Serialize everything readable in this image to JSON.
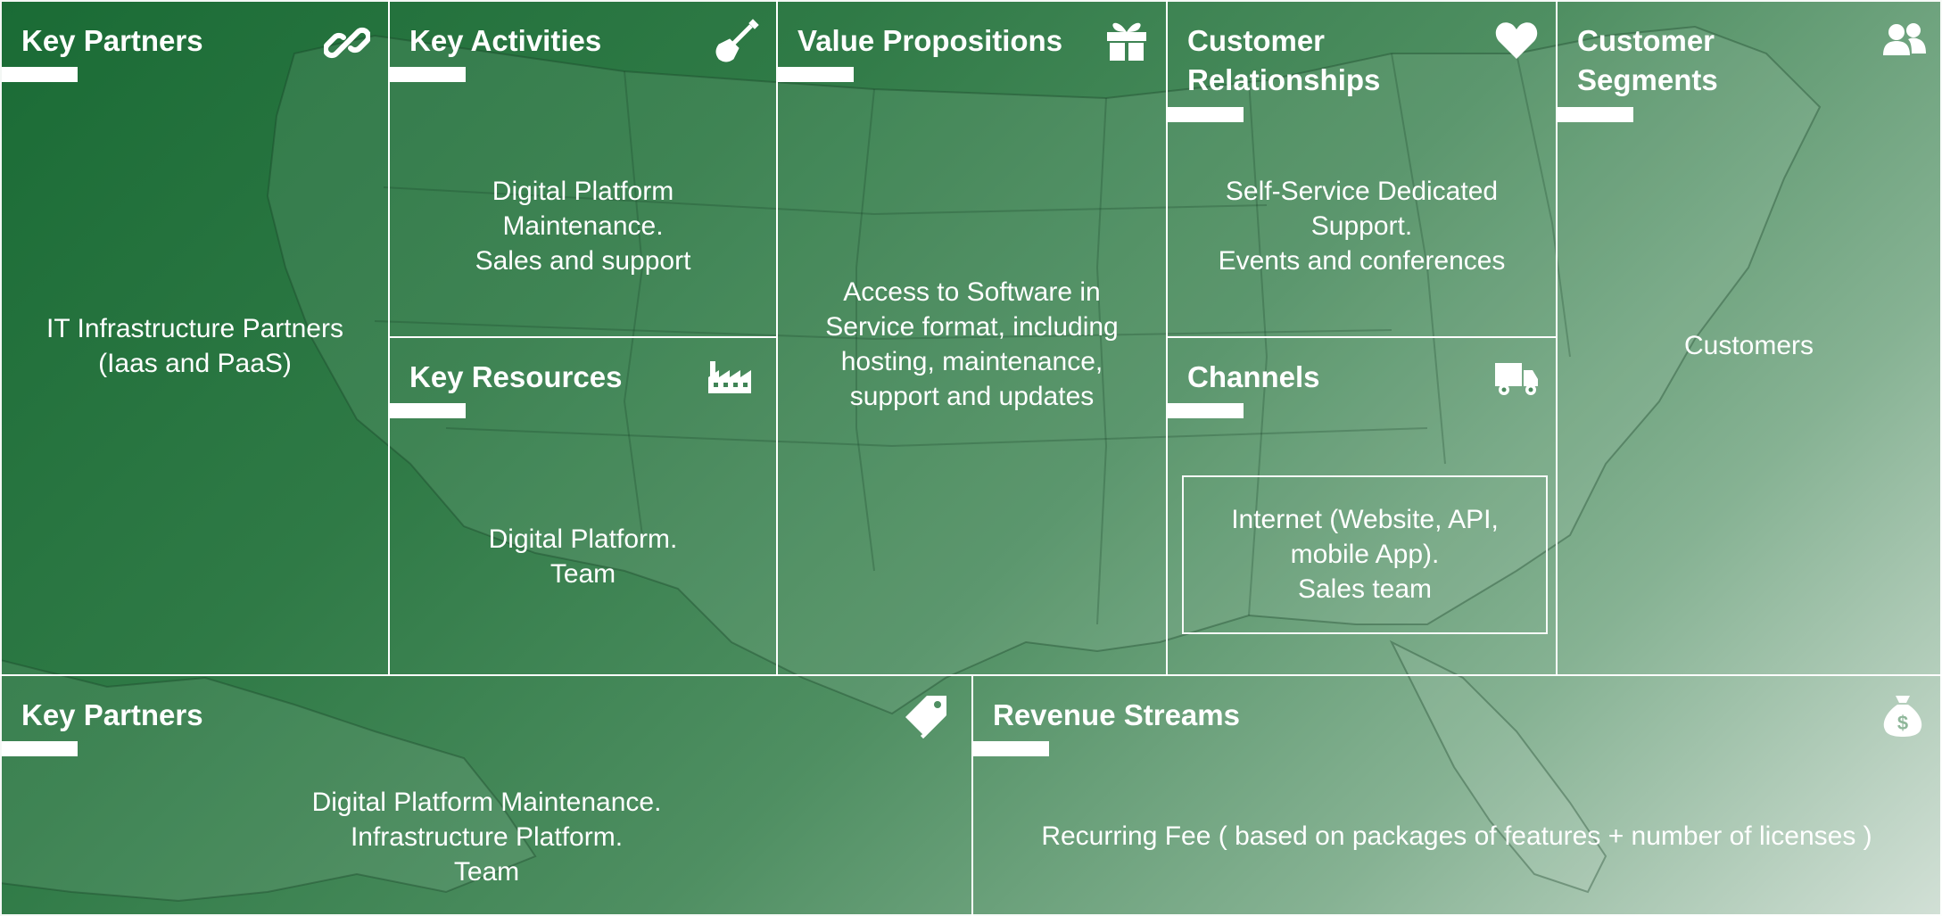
{
  "canvas": {
    "title": "",
    "colors": {
      "background_start": "#1a6b35",
      "background_end": "#d2e0d6",
      "lines": "#ffffff"
    }
  },
  "cells": {
    "key_partners": {
      "title": "Key Partners",
      "icon": "link-icon",
      "body": "IT Infrastructure Partners\n(Iaas and PaaS)"
    },
    "key_activities": {
      "title": "Key Activities",
      "icon": "shovel-icon",
      "body": "Digital Platform\nMaintenance.\nSales and support"
    },
    "key_resources": {
      "title": "Key Resources",
      "icon": "factory-icon",
      "body": "Digital Platform.\nTeam"
    },
    "value_propositions": {
      "title": "Value Propositions",
      "icon": "gift-icon",
      "body": "Access to Software in\nService format, including\nhosting, maintenance,\nsupport and updates"
    },
    "customer_relationships": {
      "title": "Customer\nRelationships",
      "icon": "heart-icon",
      "body": "Self-Service Dedicated\nSupport.\nEvents and conferences"
    },
    "channels": {
      "title": "Channels",
      "icon": "truck-icon",
      "body": "Internet (Website, API,\nmobile App).\nSales team"
    },
    "customer_segments": {
      "title": "Customer\nSegments",
      "icon": "users-icon",
      "body": "Customers"
    },
    "cost_structure": {
      "title": "Key Partners",
      "icon": "tags-icon",
      "body": "Digital Platform Maintenance.\nInfrastructure Platform.\nTeam"
    },
    "revenue_streams": {
      "title": "Revenue Streams",
      "icon": "money-bag-icon",
      "body": "Recurring Fee ( based on packages of features + number of licenses )"
    }
  }
}
